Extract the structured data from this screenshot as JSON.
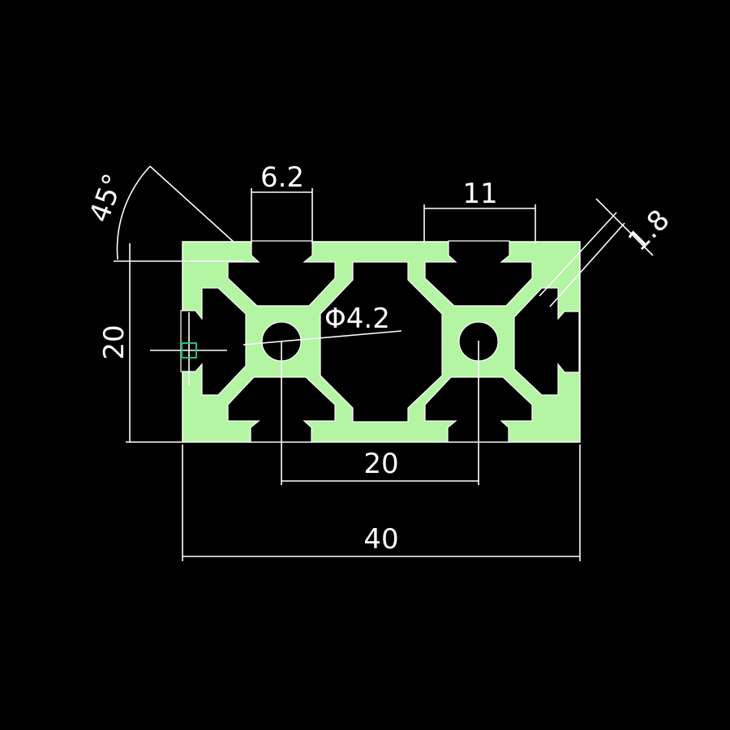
{
  "colors": {
    "profile": "#b3f5a3",
    "background": "#000000",
    "line": "#ffffff",
    "marker": "#22c07a"
  },
  "dimensions": {
    "slot_opening": "6.2",
    "slot_width": "11",
    "wall": "1.8",
    "angle": "45°",
    "height": "20",
    "hole": "Φ4.2",
    "pitch": "20",
    "width": "40"
  }
}
